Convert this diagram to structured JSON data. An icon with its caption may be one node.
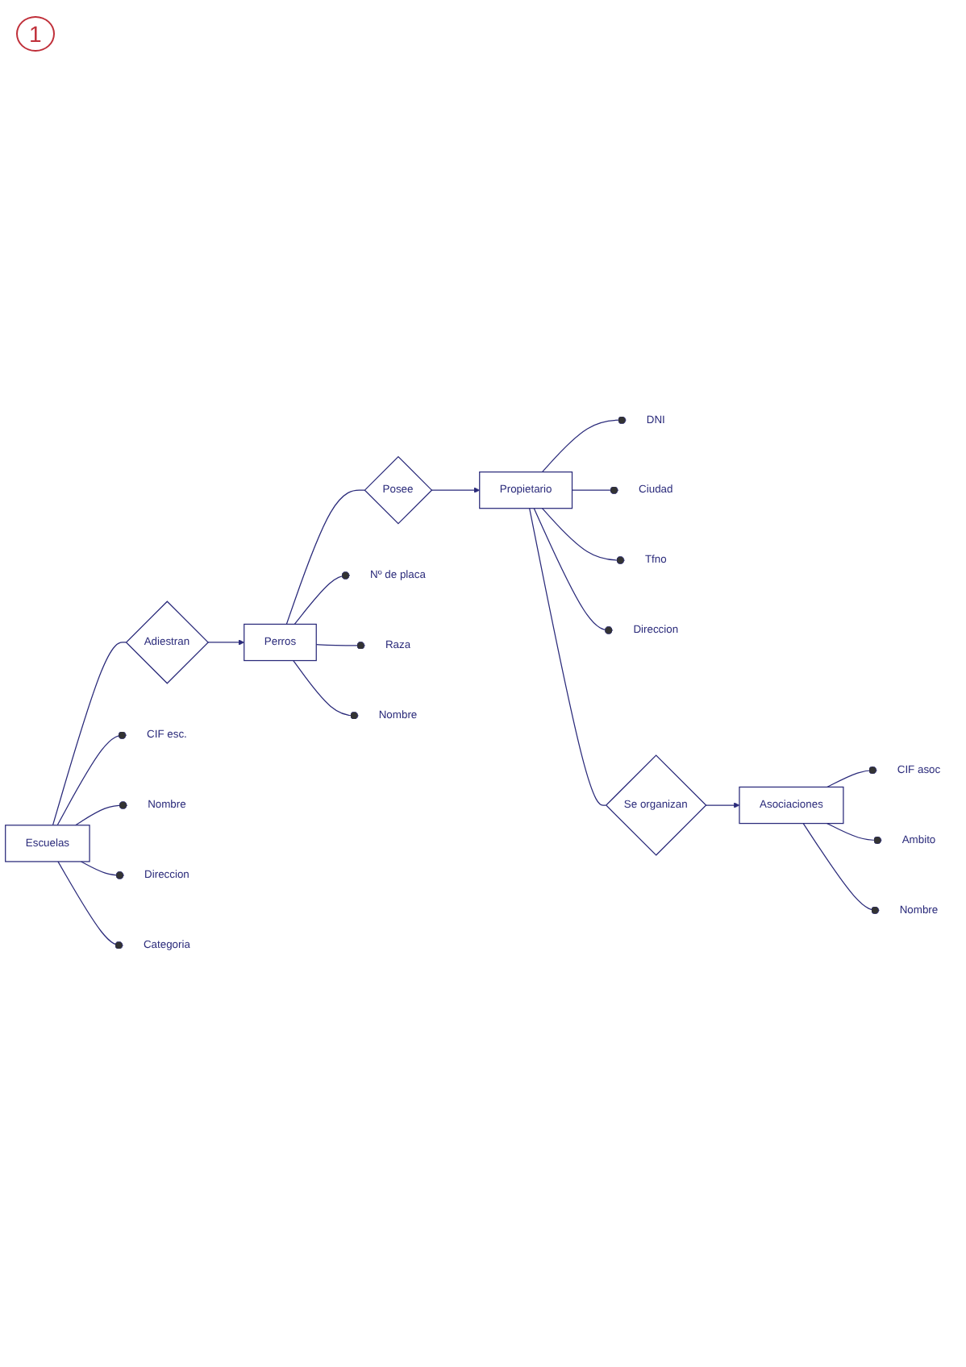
{
  "diagram": {
    "nodes": [
      {
        "text": [
          "DNI"
        ]
      },
      {
        "text": [
          "Ciudad"
        ]
      },
      {
        "text": [
          "Tfno"
        ]
      },
      {
        "text": [
          "Direccion"
        ]
      },
      {
        "text": [
          "Propietario"
        ]
      },
      {
        "text": [
          "Se organizan"
        ]
      },
      {
        "text": [
          "Asociaciones"
        ]
      },
      {
        "text": [
          "CIF asoc"
        ]
      },
      {
        "text": [
          "Ambito"
        ]
      },
      {
        "text": [
          "Nombre"
        ]
      },
      {
        "text": [
          "Posee"
        ]
      },
      {
        "text": [
          "Perros"
        ]
      },
      {
        "text": [
          "Adiestran"
        ]
      },
      {
        "text": [
          "Escuelas"
        ]
      },
      {
        "text": [
          "Nº de placa"
        ]
      },
      {
        "text": [
          "Raza"
        ]
      },
      {
        "text": [
          "Nombre"
        ]
      },
      {
        "text": [
          "CIF esc."
        ]
      },
      {
        "text": [
          "Nombre"
        ]
      },
      {
        "text": [
          "Direccion"
        ]
      },
      {
        "text": [
          "Categoria"
        ]
      }
    ],
    "edges": [
      {
        "from": 4,
        "to": 0,
        "arrow": "other"
      },
      {
        "from": 4,
        "to": 1,
        "arrow": "other"
      },
      {
        "from": 4,
        "to": 2,
        "arrow": "other"
      },
      {
        "from": 4,
        "to": 3,
        "arrow": "other"
      },
      {
        "from": 4,
        "to": 5,
        "arrow": "none"
      },
      {
        "from": 5,
        "to": 6,
        "arrow": "to"
      },
      {
        "from": 6,
        "to": 7,
        "arrow": "other"
      },
      {
        "from": 6,
        "to": 8,
        "arrow": "other"
      },
      {
        "from": 6,
        "to": 9,
        "arrow": "other"
      },
      {
        "from": 10,
        "to": 4,
        "arrow": "to"
      },
      {
        "from": 11,
        "to": 10,
        "arrow": "none"
      },
      {
        "from": 12,
        "to": 11,
        "arrow": "to"
      },
      {
        "from": 13,
        "to": 12,
        "arrow": "none"
      },
      {
        "from": 11,
        "to": 14,
        "arrow": "other"
      },
      {
        "from": 11,
        "to": 15,
        "arrow": "other"
      },
      {
        "from": 11,
        "to": 16,
        "arrow": "other"
      },
      {
        "from": 13,
        "to": 17,
        "arrow": "other"
      },
      {
        "from": 13,
        "to": 18,
        "arrow": "other"
      },
      {
        "from": 13,
        "to": 19,
        "arrow": "other"
      },
      {
        "from": 13,
        "to": 20,
        "arrow": "other"
      }
    ],
    "labels": [
      "1"
    ]
  }
}
